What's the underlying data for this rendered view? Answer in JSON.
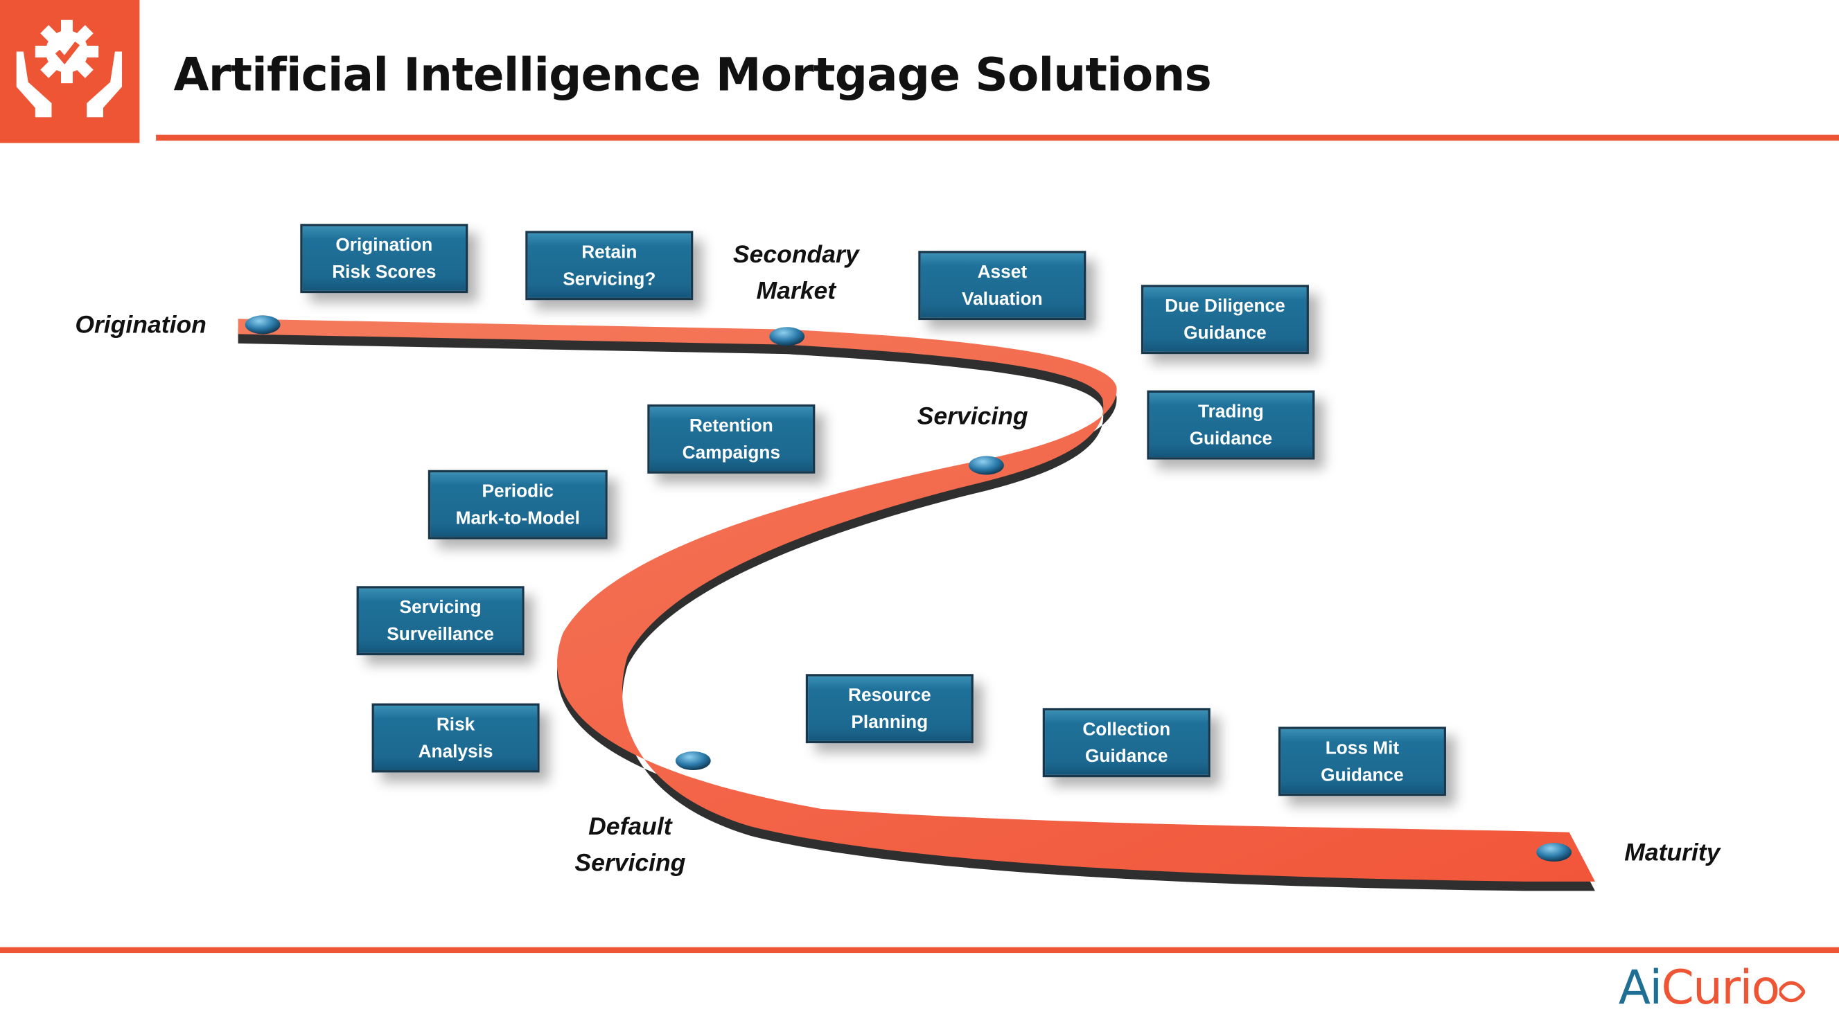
{
  "header": {
    "title": "Artificial Intelligence Mortgage Solutions",
    "icon": "hands-gear-check-icon"
  },
  "stages": {
    "origination": "Origination",
    "secondary_market": [
      "Secondary",
      "Market"
    ],
    "servicing": "Servicing",
    "default_servicing": [
      "Default",
      "Servicing"
    ],
    "maturity": "Maturity"
  },
  "boxes": [
    [
      "Origination",
      "Risk Scores"
    ],
    [
      "Retain",
      "Servicing?"
    ],
    [
      "Asset",
      "Valuation"
    ],
    [
      "Due Diligence",
      "Guidance"
    ],
    [
      "Trading",
      "Guidance"
    ],
    [
      "Retention",
      "Campaigns"
    ],
    [
      "Periodic",
      "Mark-to-Model"
    ],
    [
      "Servicing",
      "Surveillance"
    ],
    [
      "Risk",
      "Analysis"
    ],
    [
      "Resource",
      "Planning"
    ],
    [
      "Collection",
      "Guidance"
    ],
    [
      "Loss Mit",
      "Guidance"
    ]
  ],
  "brand": {
    "part1": "Ai",
    "part2": "Curio",
    "color1": "#1f6f95",
    "color2": "#ee5535"
  },
  "colors": {
    "accent": "#ee5535",
    "box": "#1f7199",
    "road": "#f46a4c"
  }
}
